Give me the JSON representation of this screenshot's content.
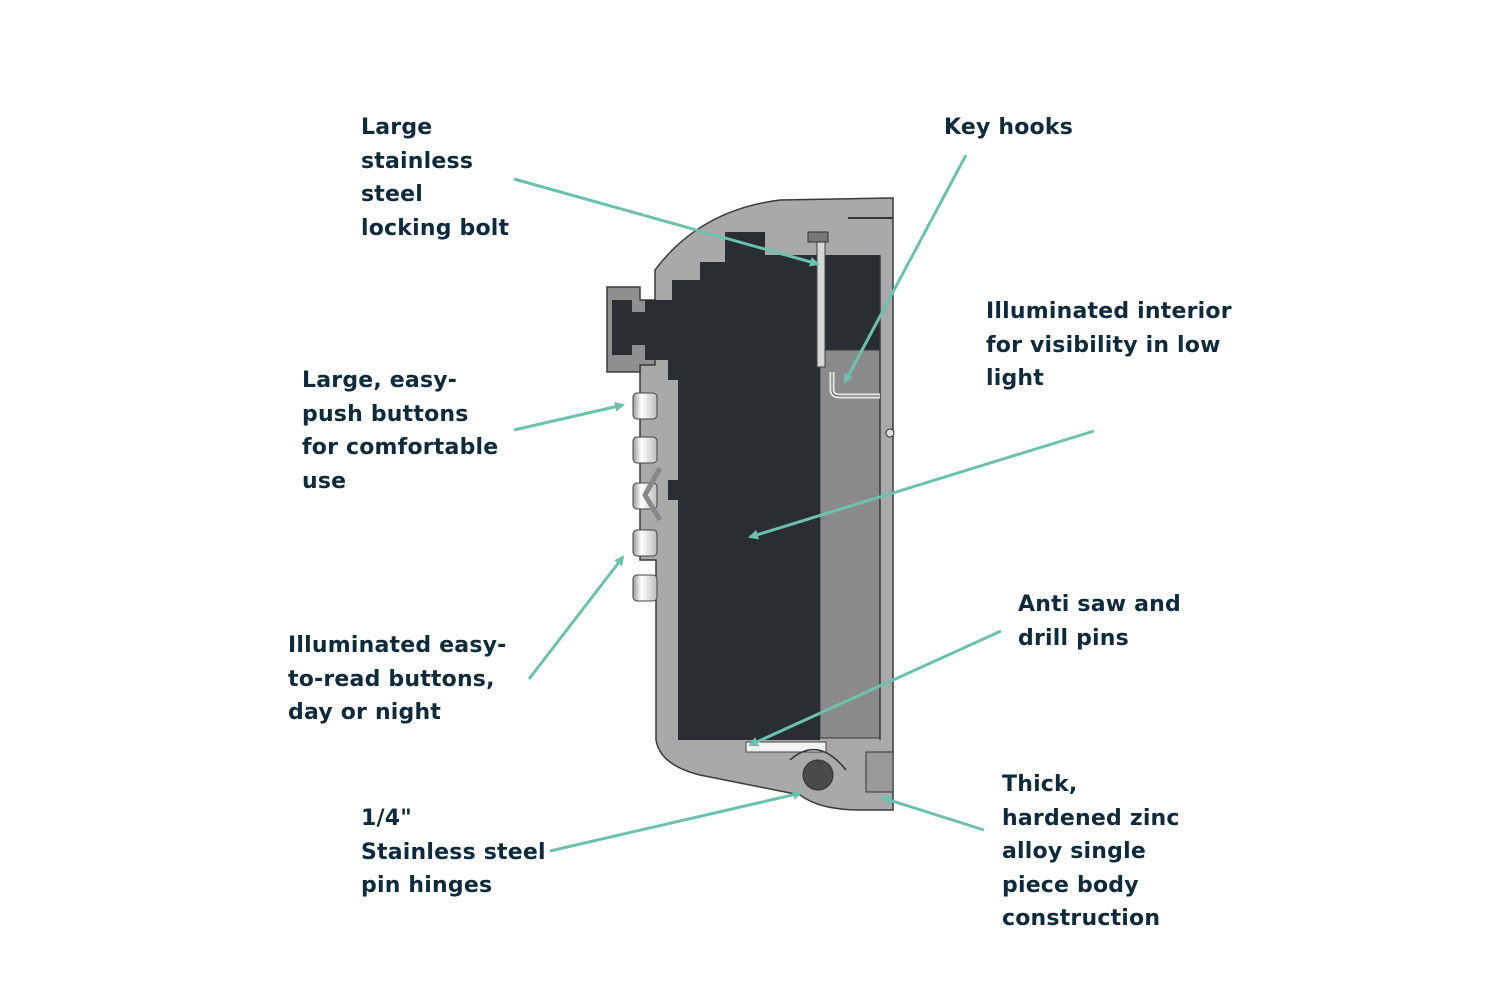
{
  "diagram": {
    "subject": "lock box cross-section",
    "accent_color": "#6cc1ad",
    "text_color": "#0e2a3b",
    "labels": [
      {
        "id": "locking-bolt",
        "lines": [
          "Large",
          "stainless",
          "steel",
          "locking bolt"
        ]
      },
      {
        "id": "key-hooks",
        "lines": [
          "Key hooks"
        ]
      },
      {
        "id": "illuminated-interior",
        "lines": [
          "Illuminated interior",
          "for visibility in low",
          "light"
        ]
      },
      {
        "id": "push-buttons",
        "lines": [
          "Large, easy-",
          "push buttons",
          "for comfortable",
          "use"
        ]
      },
      {
        "id": "illuminated-buttons",
        "lines": [
          "Illuminated easy-",
          "to-read buttons,",
          "day or night"
        ]
      },
      {
        "id": "anti-saw-pins",
        "lines": [
          "Anti saw and",
          "drill pins"
        ]
      },
      {
        "id": "pin-hinges",
        "lines": [
          "1/4\"",
          "Stainless steel",
          "pin hinges"
        ]
      },
      {
        "id": "zinc-body",
        "lines": [
          "Thick,",
          "hardened zinc",
          "alloy single",
          "piece body",
          "construction"
        ]
      }
    ]
  }
}
